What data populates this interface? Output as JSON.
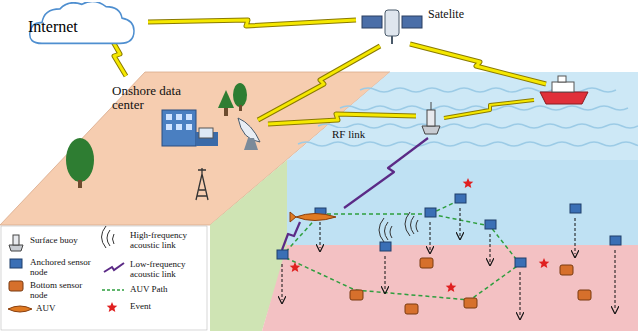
{
  "diagram": {
    "nodes": [
      {
        "text": [
          "Internet"
        ]
      }
    ],
    "labels": [
      "Satelite",
      "Onshore data center",
      "RF link"
    ],
    "legend": [
      {
        "text": "Surface buoy"
      },
      {
        "text": "Anchored sensor node"
      },
      {
        "text": "Bottom sensor node"
      },
      {
        "text": "AUV"
      },
      {
        "text": "High-frequency acoustic link"
      },
      {
        "text": "Low-frequency acoustic link"
      },
      {
        "text": "AUV Path"
      },
      {
        "text": "Event"
      }
    ]
  }
}
